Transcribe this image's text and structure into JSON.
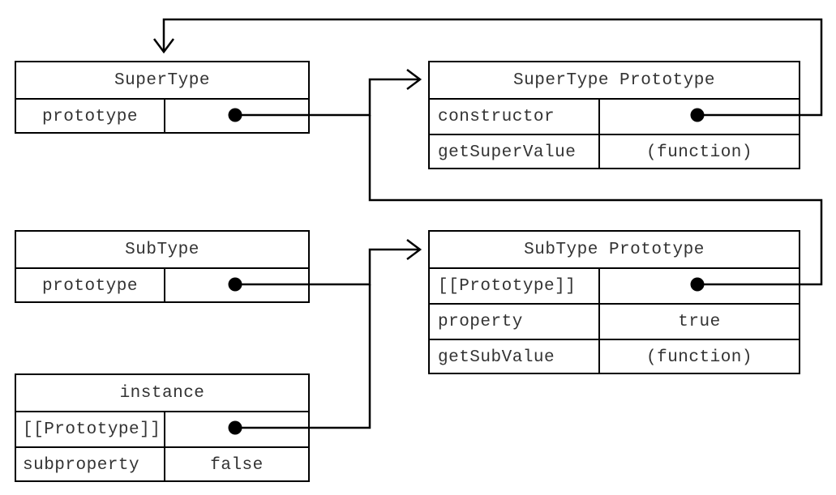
{
  "boxes": {
    "supertype": {
      "title": "SuperType",
      "rows": [
        {
          "key": "prototype",
          "value": ""
        }
      ]
    },
    "supertype_prototype": {
      "title": "SuperType Prototype",
      "rows": [
        {
          "key": "constructor",
          "value": ""
        },
        {
          "key": "getSuperValue",
          "value": "(function)"
        }
      ]
    },
    "subtype": {
      "title": "SubType",
      "rows": [
        {
          "key": "prototype",
          "value": ""
        }
      ]
    },
    "subtype_prototype": {
      "title": "SubType Prototype",
      "rows": [
        {
          "key": "[[Prototype]]",
          "value": ""
        },
        {
          "key": "property",
          "value": "true"
        },
        {
          "key": "getSubValue",
          "value": "(function)"
        }
      ]
    },
    "instance": {
      "title": "instance",
      "rows": [
        {
          "key": "[[Prototype]]",
          "value": ""
        },
        {
          "key": "subproperty",
          "value": "false"
        }
      ]
    }
  },
  "links": [
    {
      "from": "supertype.prototype",
      "to": "supertype_prototype"
    },
    {
      "from": "supertype_prototype.constructor",
      "to": "supertype"
    },
    {
      "from": "subtype.prototype",
      "to": "subtype_prototype"
    },
    {
      "from": "subtype_prototype.[[Prototype]]",
      "to": "supertype_prototype"
    },
    {
      "from": "instance.[[Prototype]]",
      "to": "subtype_prototype"
    }
  ],
  "colors": {
    "line": "#000000",
    "text": "#333333",
    "background": "#ffffff"
  }
}
